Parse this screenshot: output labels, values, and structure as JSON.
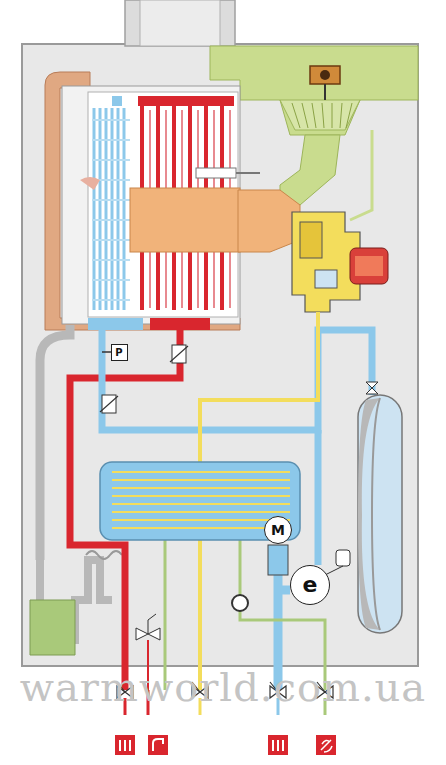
{
  "diagram": {
    "nodes": [
      {
        "text": [
          "P"
        ]
      },
      {
        "text": [
          "M"
        ]
      },
      {
        "text": [
          "e"
        ]
      }
    ],
    "labels": [
      "warmworld.com.ua"
    ]
  }
}
